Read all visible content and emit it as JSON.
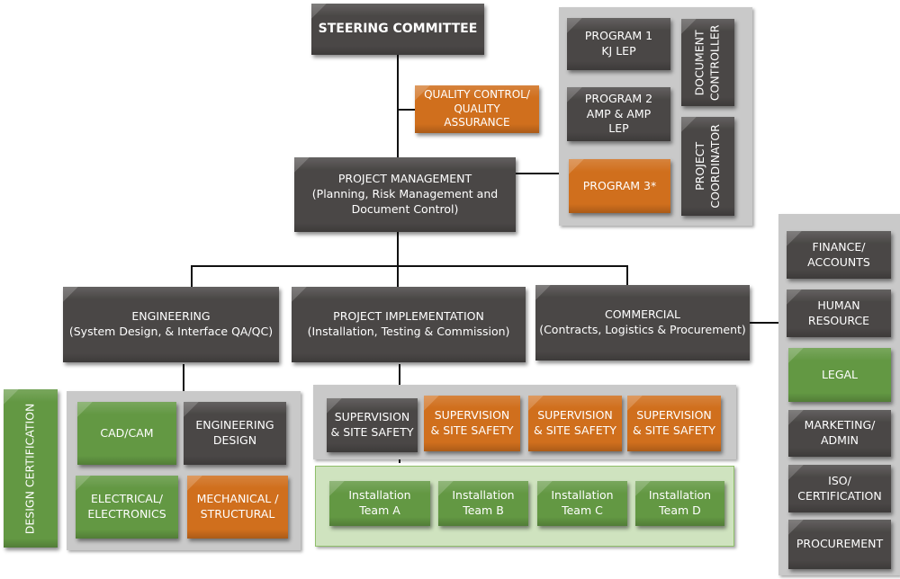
{
  "colors": {
    "dark": "#4a4746",
    "orange": "#d06f1d",
    "green": "#639843",
    "panel_gray": "#c9c9c9",
    "panel_green": "#cfe3bf",
    "connector": "#111111"
  },
  "top": {
    "steering": "STEERING COMMITTEE",
    "qa_qc": "QUALITY CONTROL/\nQUALITY\nASSURANCE",
    "project_management": "PROJECT MANAGEMENT\n(Planning, Risk Management and\nDocument Control)"
  },
  "programs": {
    "program1": "PROGRAM 1\nKJ LEP",
    "program2": "PROGRAM 2\nAMP & AMP\nLEP",
    "program3": "PROGRAM 3*",
    "document_controller": "DOCUMENT\nCONTROLLER",
    "project_coordinator": "PROJECT\nCOORDINATOR"
  },
  "divisions": {
    "engineering": "ENGINEERING\n(System Design, & Interface QA/QC)",
    "implementation": "PROJECT IMPLEMENTATION\n(Installation, Testing & Commission)",
    "commercial": "COMMERCIAL\n(Contracts, Logistics & Procurement)"
  },
  "engineering_units": {
    "design_certification": "DESIGN CERTIFICATION",
    "cad_cam": "CAD/CAM",
    "engineering_design": "ENGINEERING\nDESIGN",
    "electrical": "ELECTRICAL/\nELECTRONICS",
    "mechanical": "MECHANICAL /\nSTRUCTURAL"
  },
  "supervision": [
    {
      "label": "SUPERVISION\n& SITE SAFETY",
      "color": "dark"
    },
    {
      "label": "SUPERVISION\n& SITE SAFETY",
      "color": "orange"
    },
    {
      "label": "SUPERVISION\n& SITE SAFETY",
      "color": "orange"
    },
    {
      "label": "SUPERVISION\n& SITE SAFETY",
      "color": "orange"
    }
  ],
  "installation_teams": [
    "Installation\nTeam A",
    "Installation\nTeam B",
    "Installation\nTeam C",
    "Installation\nTeam D"
  ],
  "commercial_units": [
    {
      "label": "FINANCE/\nACCOUNTS",
      "color": "dark"
    },
    {
      "label": "HUMAN\nRESOURCE",
      "color": "dark"
    },
    {
      "label": "LEGAL",
      "color": "green"
    },
    {
      "label": "MARKETING/\nADMIN",
      "color": "dark"
    },
    {
      "label": "ISO/\nCERTIFICATION",
      "color": "dark"
    },
    {
      "label": "PROCUREMENT",
      "color": "dark"
    }
  ]
}
